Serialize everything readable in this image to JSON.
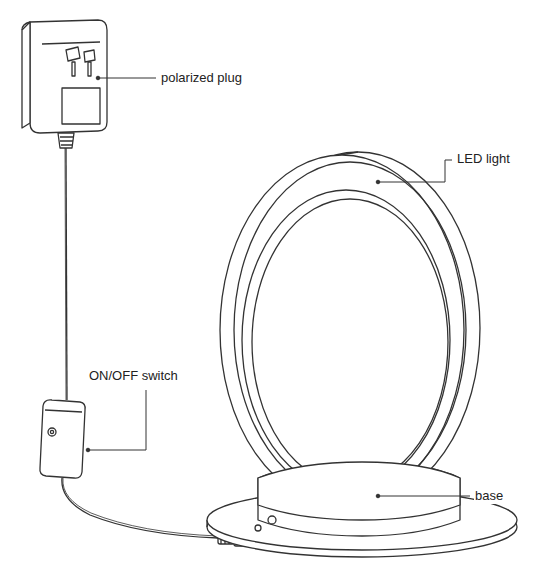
{
  "diagram": {
    "labels": [
      "polarized plug",
      "LED light",
      "ON/OFF switch",
      "base"
    ]
  }
}
